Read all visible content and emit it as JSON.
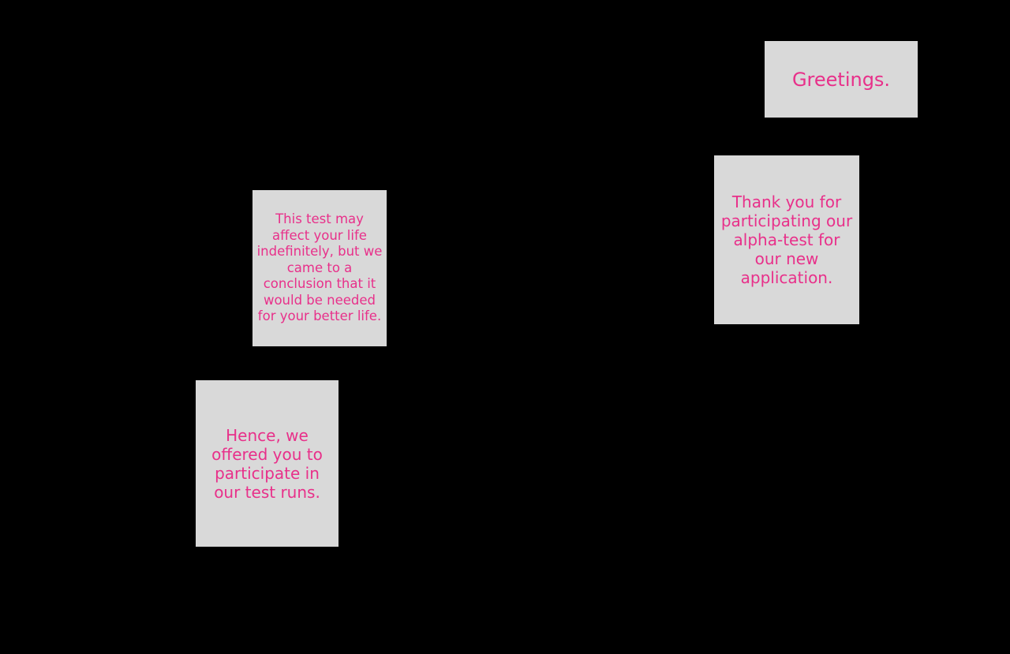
{
  "boxes": {
    "greeting": "Greetings.",
    "thanks": "Thank you for participating our alpha-test for our new application.",
    "warning": "This test may affect your life indefinitely, but we came to a conclusion that it would be needed for your better life.",
    "hence": "Hence, we offered you to participate in our test runs."
  },
  "colors": {
    "background": "#000000",
    "box": "#d9d9d9",
    "text": "#e8308a"
  }
}
